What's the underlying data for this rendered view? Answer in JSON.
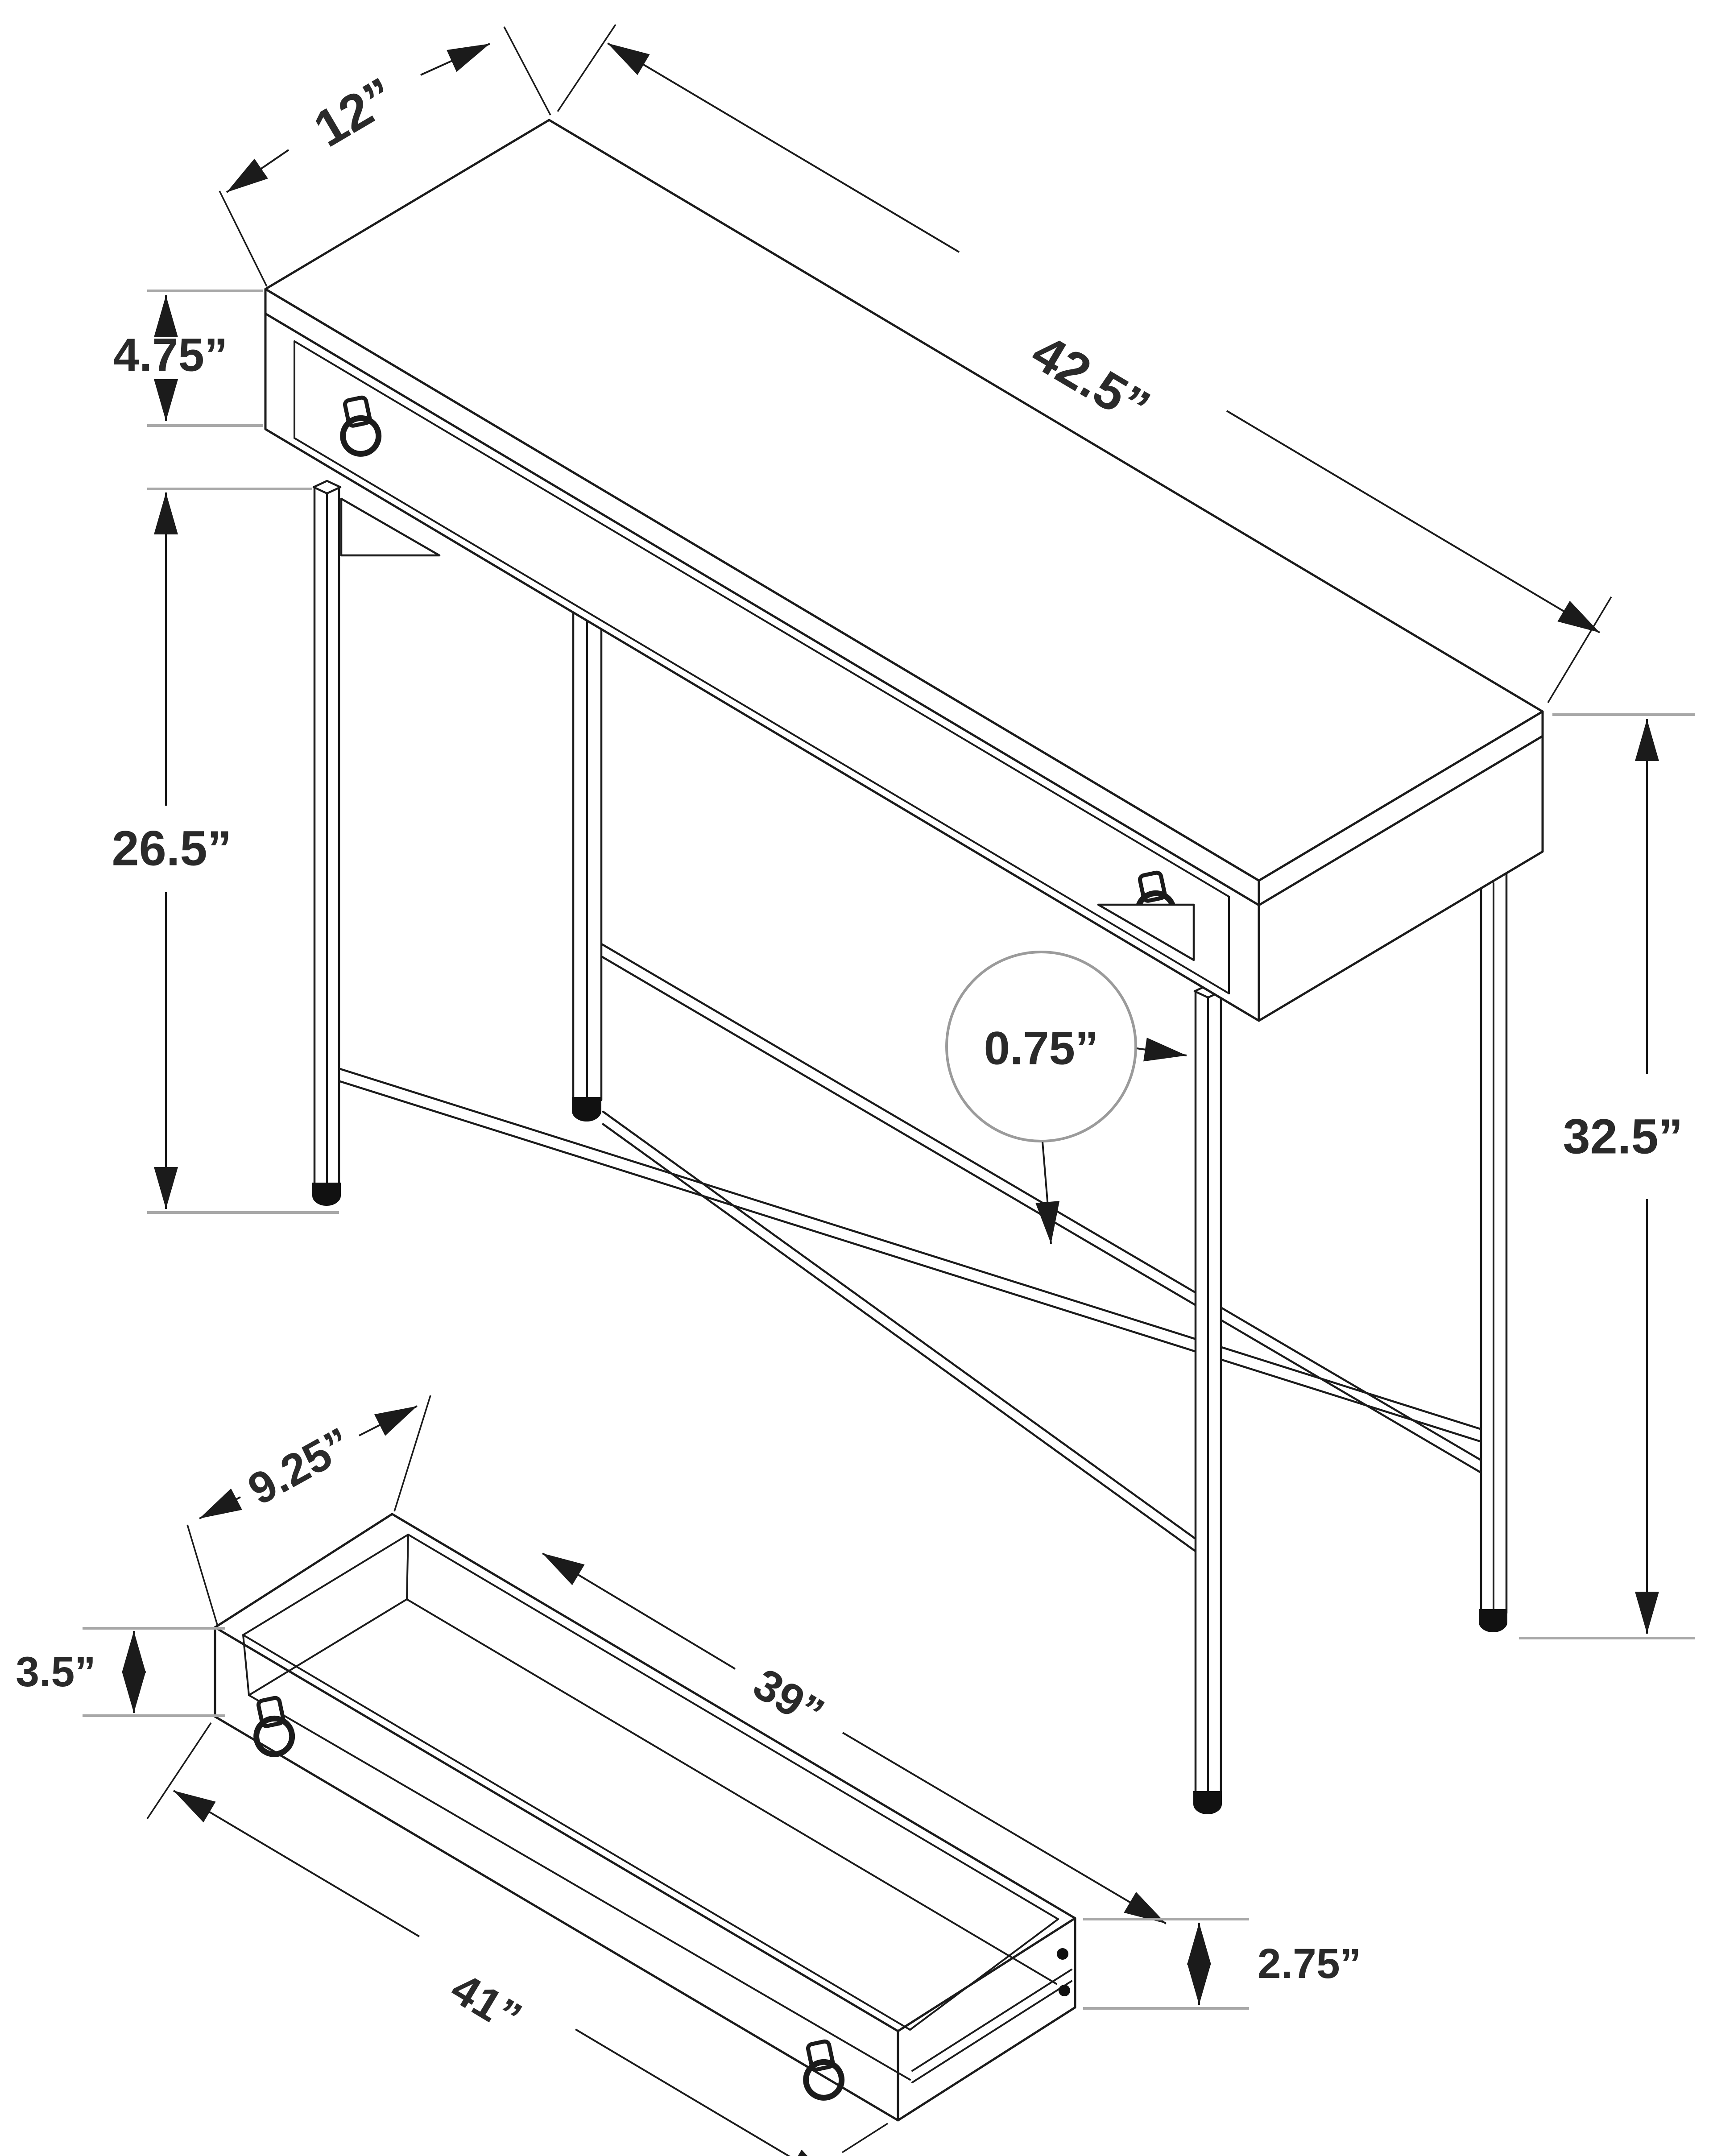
{
  "canvas": {
    "background": "#ffffff",
    "line_color": "#1b1b1b",
    "extension_line_color": "#a8a8a8",
    "label_color": "#2a2a2a",
    "foot_color": "#111111"
  },
  "table_view": {
    "depth_label": "12”",
    "length_label": "42.5”",
    "apron_height_label": "4.75”",
    "leg_height_label": "26.5”",
    "tube_size_label": "0.75”",
    "overall_height_label": "32.5”"
  },
  "drawer_view": {
    "depth_label": "9.25”",
    "front_height_label": "3.5”",
    "inner_length_label": "39”",
    "outer_length_label": "41”",
    "side_height_label": "2.75”"
  }
}
